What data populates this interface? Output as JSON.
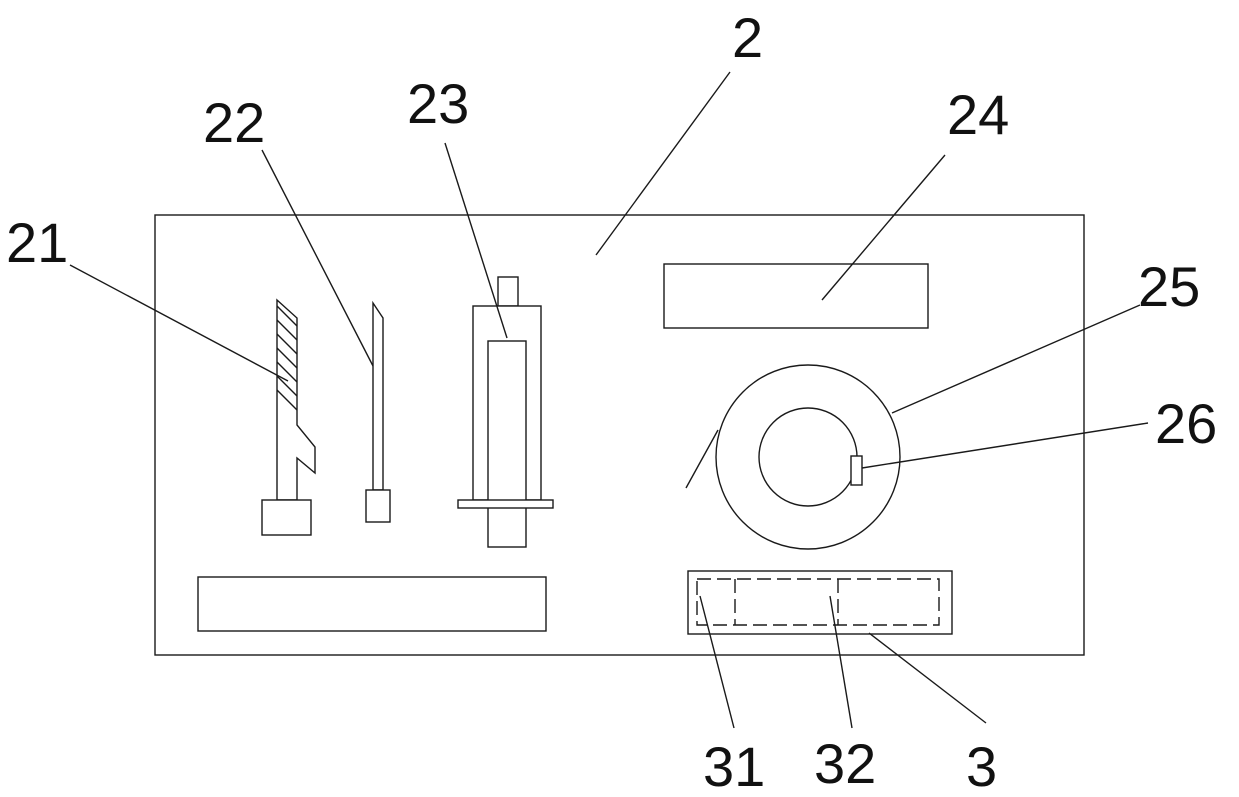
{
  "diagram": {
    "labels": {
      "main_body": "2",
      "part_21": "21",
      "part_22": "22",
      "part_23": "23",
      "part_24": "24",
      "part_25": "25",
      "part_26": "26",
      "part_3": "3",
      "part_31": "31",
      "part_32": "32"
    },
    "line_color": "#1a1a1a",
    "background": "#ffffff"
  }
}
